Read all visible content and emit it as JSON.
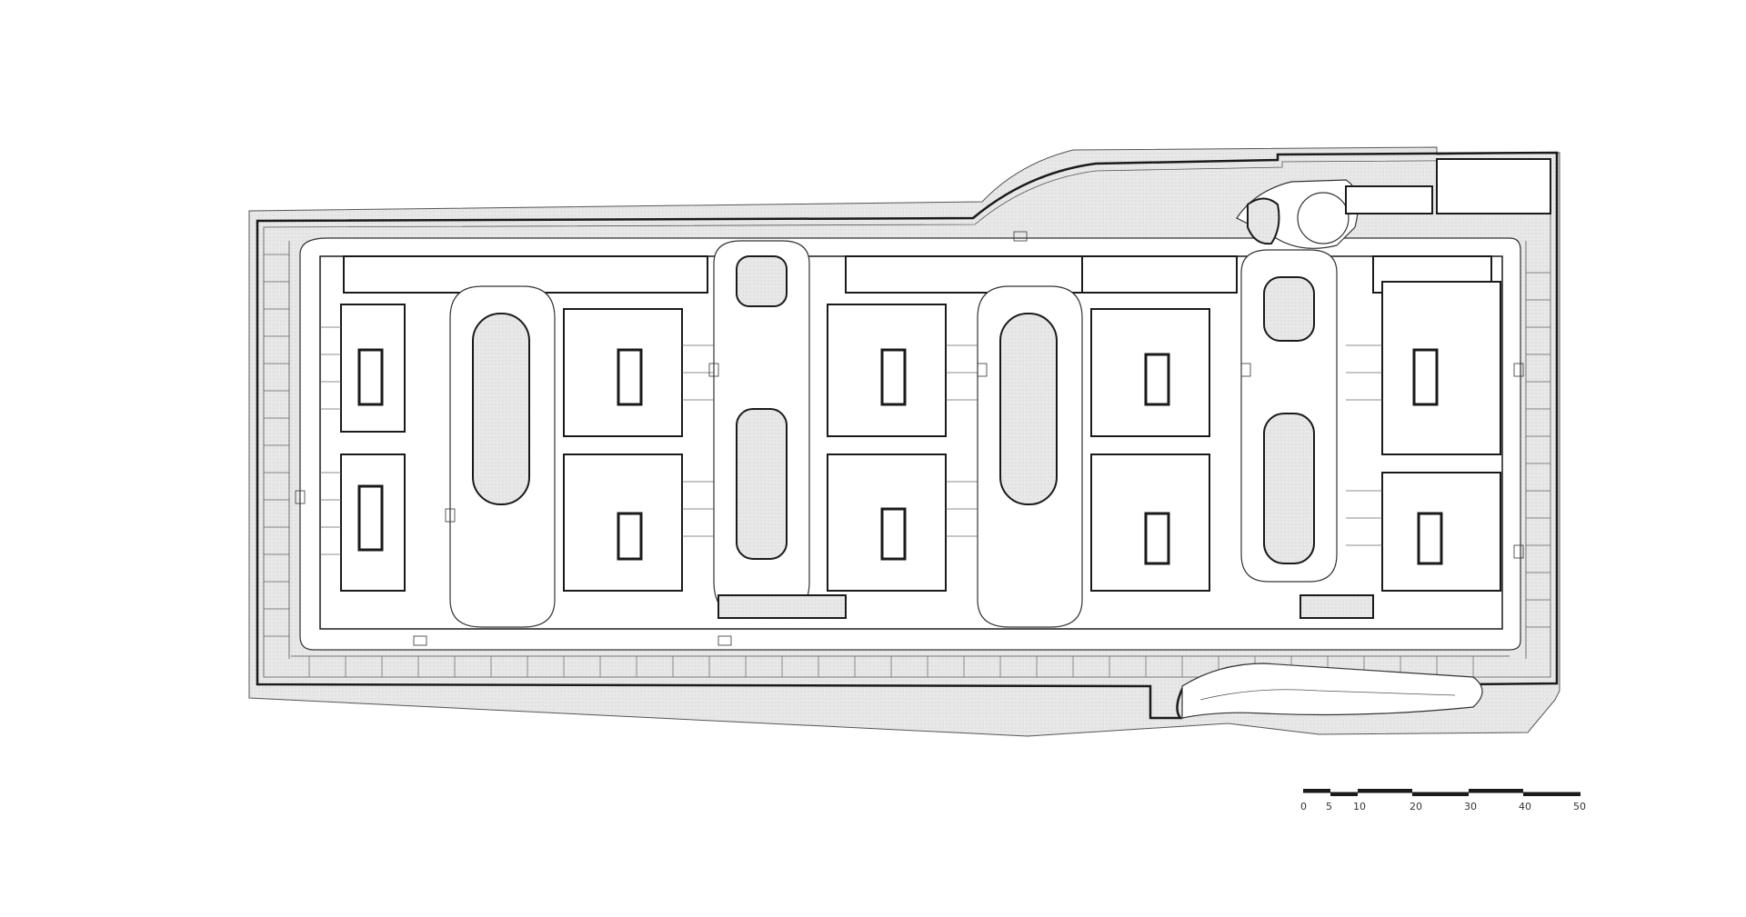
{
  "drawing": {
    "type": "underground-parking-floor-plan",
    "colors": {
      "background": "#ffffff",
      "line": "#1a1a1a",
      "hatch_fill": "#e8e8e8"
    }
  },
  "scale_bar": {
    "ticks": [
      "0",
      "5",
      "10",
      "20",
      "30",
      "40",
      "50"
    ]
  }
}
